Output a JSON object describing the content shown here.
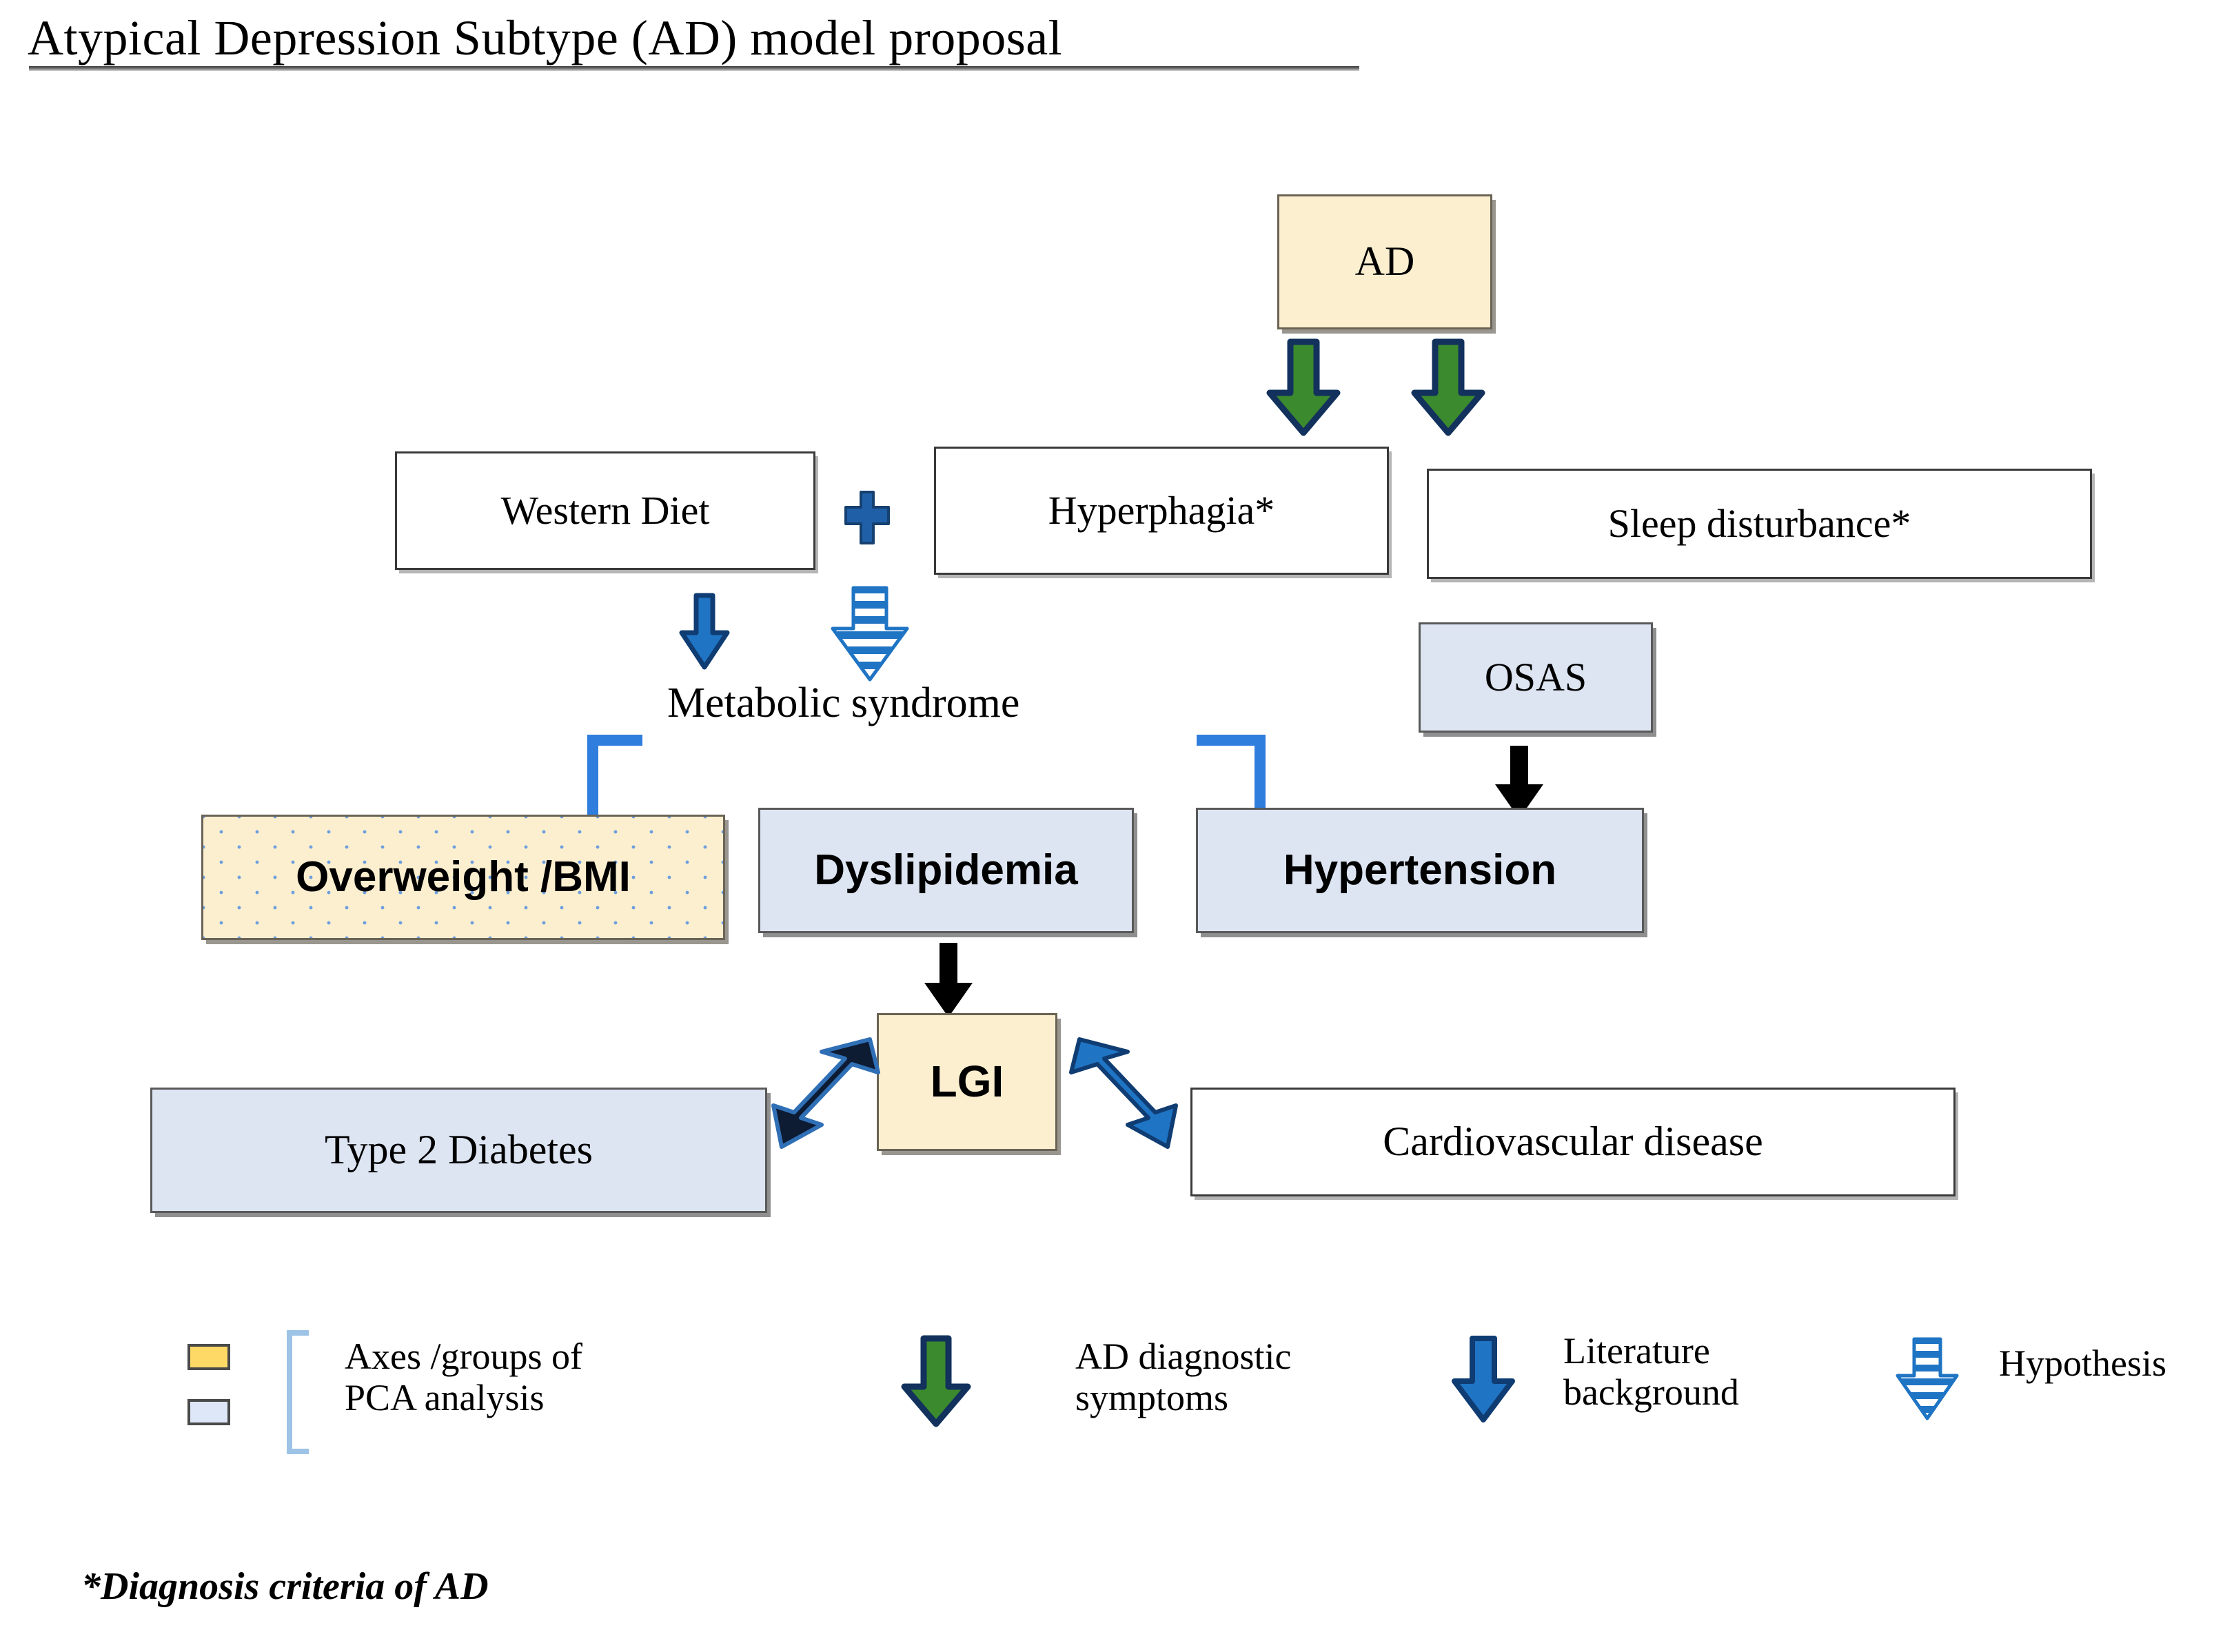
{
  "title": "Atypical Depression Subtype (AD) model proposal",
  "nodes": {
    "ad": "AD",
    "western_diet": "Western Diet",
    "hyperphagia": "Hyperphagia*",
    "sleep_disturbance": "Sleep disturbance*",
    "metabolic_syndrome": "Metabolic  syndrome",
    "osas": "OSAS",
    "overweight_bmi": "Overweight /BMI",
    "dyslipidemia": "Dyslipidemia",
    "hypertension": "Hypertension",
    "lgi": "LGI",
    "type2_diabetes": "Type 2 Diabetes",
    "cardiovascular_disease": "Cardiovascular disease"
  },
  "operators": {
    "plus": "+"
  },
  "legend": {
    "items": [
      {
        "key": "pca",
        "label_line1": "Axes /groups of",
        "label_line2": "PCA analysis",
        "swatch_top": "#ffd966",
        "swatch_bottom": "#dee7f7"
      },
      {
        "key": "ad_symptoms",
        "label_line1": "AD diagnostic",
        "label_line2": "symptoms",
        "icon": "green-down-arrow-icon"
      },
      {
        "key": "literature",
        "label_line1": "Literature",
        "label_line2": "background",
        "icon": "blue-down-arrow-icon"
      },
      {
        "key": "hypothesis",
        "label_line1": "Hypothesis",
        "label_line2": "",
        "icon": "striped-blue-down-arrow-icon"
      }
    ]
  },
  "footnote": "*Diagnosis criteria of AD",
  "colors": {
    "cream": "#fbefd0",
    "light_blue": "#dde5f3",
    "gold_swatch": "#ffd966",
    "blue_swatch": "#dee7f7",
    "green_arrow_fill": "#3c8a2e",
    "green_arrow_stroke": "#12315c",
    "blue_arrow_fill": "#1f74c4",
    "blue_arrow_dark": "#0f3c72",
    "connector_blue": "#2f7ddc",
    "black_arrow": "#000000",
    "box_border": "#595959",
    "bracket_blue": "#9dc3e6"
  }
}
